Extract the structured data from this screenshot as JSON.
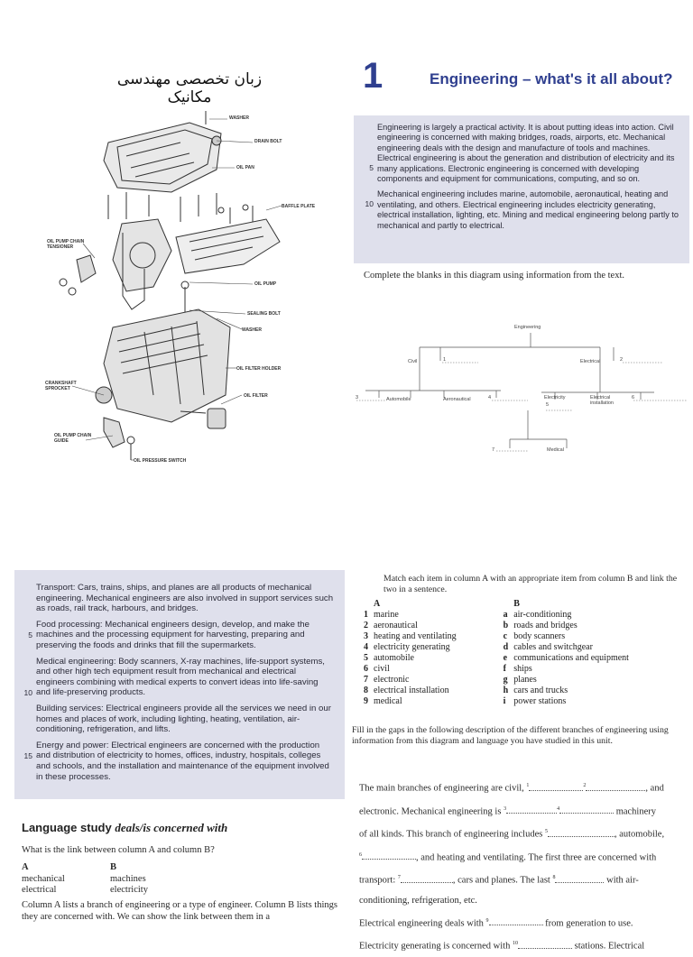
{
  "persian_title": "زبان تخصصی مهندسی مکانیک",
  "unit": {
    "number": "1",
    "title": "Engineering – what's it all about?"
  },
  "intro_text": {
    "p1": "Engineering is largely a practical activity. It is about putting ideas into action. Civil engineering is concerned with making bridges, roads, airports, etc. Mechanical engineering deals with the design and manufacture of tools and machines. Electrical engineering is about the generation and distribution of electricity and its many applications. Electronic engineering is concerned with developing components and equipment for communications, computing, and so on.",
    "p2": "Mechanical engineering includes marine, automobile, aeronautical, heating and ventilating, and others. Electrical engineering includes electricity generating, electrical installation, lighting, etc. Mining and medical engineering belong partly to mechanical and partly to electrical.",
    "line5": "5",
    "line10": "10"
  },
  "engine_parts": {
    "washer_top": "WASHER",
    "drain_bolt": "DRAIN BOLT",
    "oil_pan": "OIL PAN",
    "baffle_plate": "BAFFLE PLATE",
    "chain_tensioner": "OIL PUMP CHAIN TENSIONER",
    "oil_pump": "OIL PUMP",
    "sealing_bolt": "SEALING BOLT",
    "washer_mid": "WASHER",
    "filter_holder": "OIL FILTER HOLDER",
    "crank_sprocket": "CRANKSHAFT SPROCKET",
    "oil_filter": "OIL FILTER",
    "chain_guide": "OIL PUMP CHAIN GUIDE",
    "pressure_switch": "OIL PRESSURE SWITCH"
  },
  "diagram_instruction": "Complete the blanks in this diagram using information from the text.",
  "diagram": {
    "root": "Engineering",
    "civil": "Civil",
    "electrical": "Electrical",
    "automobile": "Automobile",
    "aeronautical": "Aeronautical",
    "elec_gen": "Electricity",
    "elec_inst": "Electrical installation",
    "medical": "Medical",
    "n1": "1",
    "n2": "2",
    "n3": "3",
    "n4": "4",
    "n5": "5",
    "n6": "6",
    "n7": "7"
  },
  "reading2": {
    "transport": "Transport: Cars, trains, ships, and planes are all products of mechanical engineering. Mechanical engineers are also involved in support services such as roads, rail track, harbours, and bridges.",
    "food": "Food processing: Mechanical engineers design, develop, and make the machines and the processing equipment for harvesting, preparing and preserving the foods and drinks that fill the supermarkets.",
    "medical": "Medical engineering: Body scanners, X-ray machines, life-support systems, and other high tech equipment result from mechanical and electrical engineers combining with medical experts to convert ideas into life-saving and life-preserving products.",
    "building": "Building services: Electrical engineers provide all the services we need in our homes and places of work, including lighting, heating, ventilation, air-conditioning, refrigeration, and lifts.",
    "energy": "Energy and power: Electrical engineers are concerned with the production and distribution of electricity to homes, offices, industry, hospitals, colleges and schools, and the installation and maintenance of the equipment involved in these processes.",
    "l5": "5",
    "l10": "10",
    "l15": "15"
  },
  "match": {
    "instruction": "Match each item in column A with an appropriate item from column B and link the two in a sentence.",
    "head_a": "A",
    "head_b": "B",
    "rows": [
      {
        "n": "1",
        "a": "marine",
        "l": "a",
        "b": "air-conditioning"
      },
      {
        "n": "2",
        "a": "aeronautical",
        "l": "b",
        "b": "roads and bridges"
      },
      {
        "n": "3",
        "a": "heating and ventilating",
        "l": "c",
        "b": "body scanners"
      },
      {
        "n": "4",
        "a": "electricity generating",
        "l": "d",
        "b": "cables and switchgear"
      },
      {
        "n": "5",
        "a": "automobile",
        "l": "e",
        "b": "communications and equipment"
      },
      {
        "n": "6",
        "a": "civil",
        "l": "f",
        "b": "ships"
      },
      {
        "n": "7",
        "a": "electronic",
        "l": "g",
        "b": "planes"
      },
      {
        "n": "8",
        "a": "electrical installation",
        "l": "h",
        "b": "cars and trucks"
      },
      {
        "n": "9",
        "a": "medical",
        "l": "i",
        "b": "power stations"
      }
    ]
  },
  "fill": {
    "instruction": "Fill in the gaps in the following description of the different branches of engineering using information from this diagram and language you have studied in this unit.",
    "s1": "The main branches of engineering are civil,",
    "s1b": ", and",
    "s2": "electronic. Mechanical engineering is",
    "s2b": "machinery",
    "s3": "of all kinds. This branch of engineering includes",
    "s3b": ", automobile,",
    "s4": ", and heating and ventilating. The first three are concerned with",
    "s5": "transport:",
    "s5b": ", cars and planes. The last",
    "s5c": "with air-",
    "s6": "conditioning, refrigeration, etc.",
    "s7": "Electrical engineering deals with",
    "s7b": "from generation to use.",
    "s8": "Electricity generating is concerned with",
    "s8b": "stations. Electrical",
    "n1": "1",
    "n2": "2",
    "n3": "3",
    "n4": "4",
    "n6": "6",
    "n7": "7",
    "n8": "8",
    "n9": "9",
    "n10": "10"
  },
  "language_study": {
    "title": "Language study",
    "subtitle": "deals/is concerned with",
    "question": "What is the link between column A and column B?",
    "col_a": "A",
    "col_b": "B",
    "a1": "mechanical",
    "b1": "machines",
    "a2": "electrical",
    "b2": "electricity",
    "para": "Column A lists a branch of engineering or a type of engineer. Column B lists things they are concerned with. We can show the link between them in a"
  }
}
